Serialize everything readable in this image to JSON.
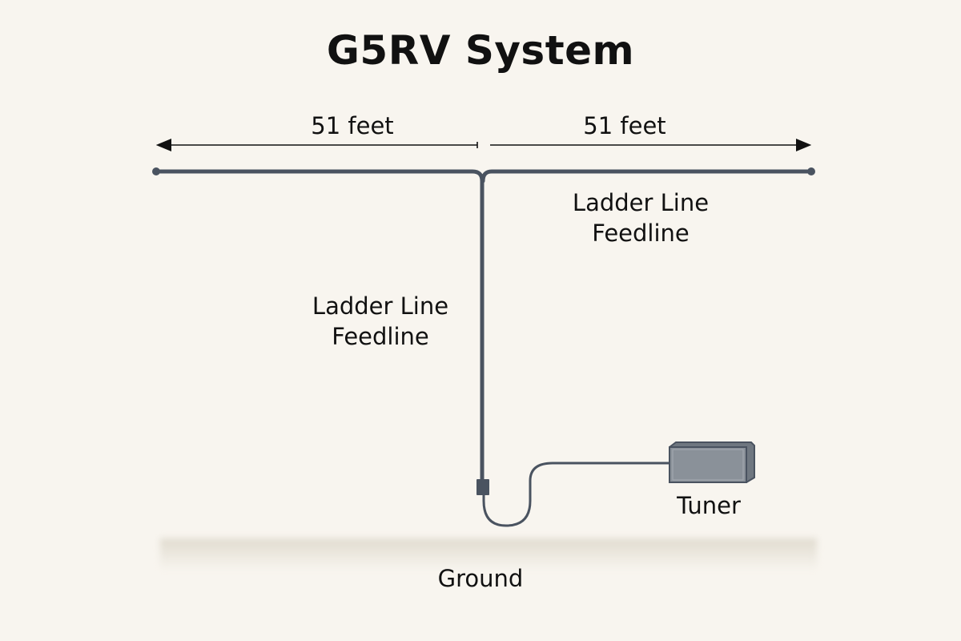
{
  "title": "G5RV System",
  "dimensions": {
    "left": "51 feet",
    "right": "51 feet"
  },
  "labels": {
    "right_feedline": [
      "Ladder Line",
      "Feedline"
    ],
    "left_feedline": [
      "Ladder Line",
      "Feedline"
    ],
    "tuner": "Tuner",
    "ground": "Ground"
  },
  "colors": {
    "wire": "#4a5360",
    "tuner_body": "#8a9199",
    "background": "#f8f5ef"
  }
}
